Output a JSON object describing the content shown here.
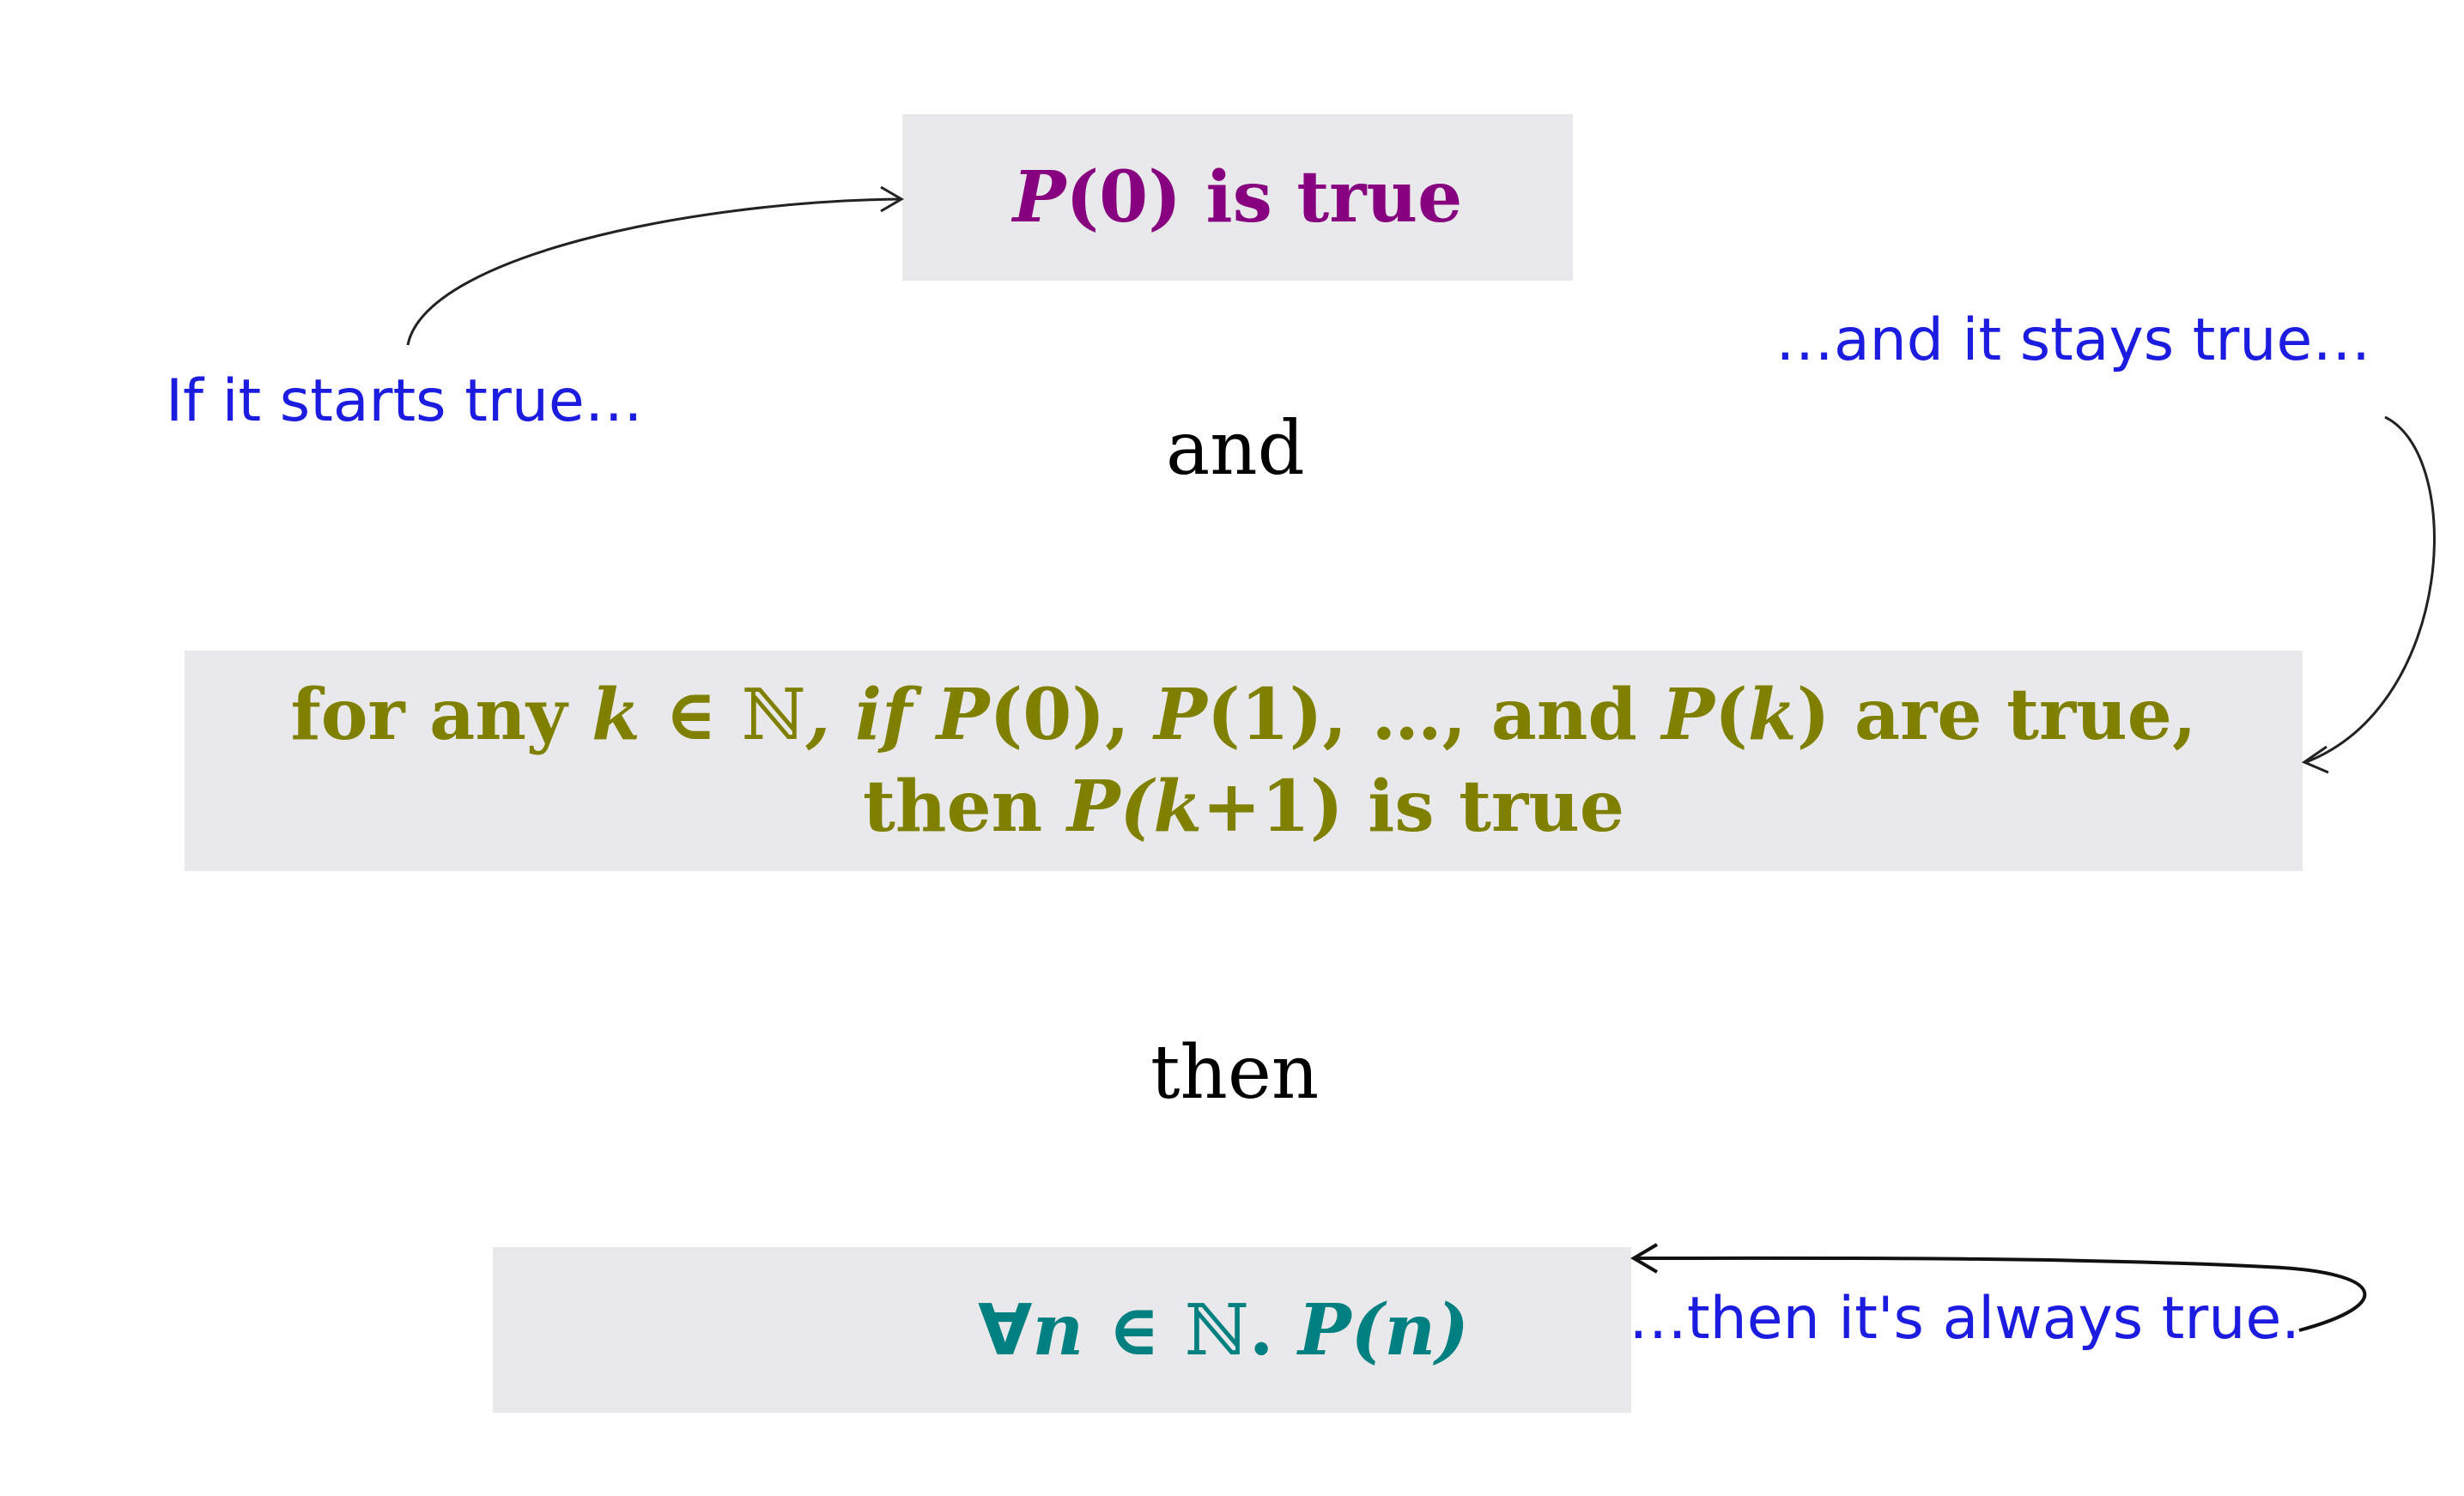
{
  "base_case": {
    "p": "P",
    "rest": "(0) is true",
    "color": "#87007f"
  },
  "connector_and": "and",
  "inductive_step": {
    "line1": {
      "t1": "for any ",
      "k1": "k",
      "t2": " ∈ ",
      "nat": "ℕ",
      "t3": ", if ",
      "p1": "P",
      "t4": "(0), ",
      "p2": "P",
      "t5": "(1), …, and ",
      "p3": "P",
      "t6": "(",
      "k2": "k",
      "t7": ") are true,"
    },
    "line2": {
      "t1": "then ",
      "p": "P",
      "t2": "(",
      "k": "k",
      "t3": "+1) is true"
    },
    "color": "#808000"
  },
  "connector_then": "then",
  "conclusion": {
    "forall": "∀",
    "n1": "n",
    "t1": " ∈ ",
    "nat": "ℕ",
    "t2": ". ",
    "p": "P",
    "t3": "(",
    "n2": "n",
    "t4": ")",
    "color": "#008080"
  },
  "annotations": {
    "starts_true": "If it starts true…",
    "stays_true": "…and it stays true…",
    "always_true": "…then it's always true.",
    "color": "#1c1ce0"
  },
  "colors": {
    "box_background": "#e9e8ea",
    "arrow": "#222222"
  }
}
